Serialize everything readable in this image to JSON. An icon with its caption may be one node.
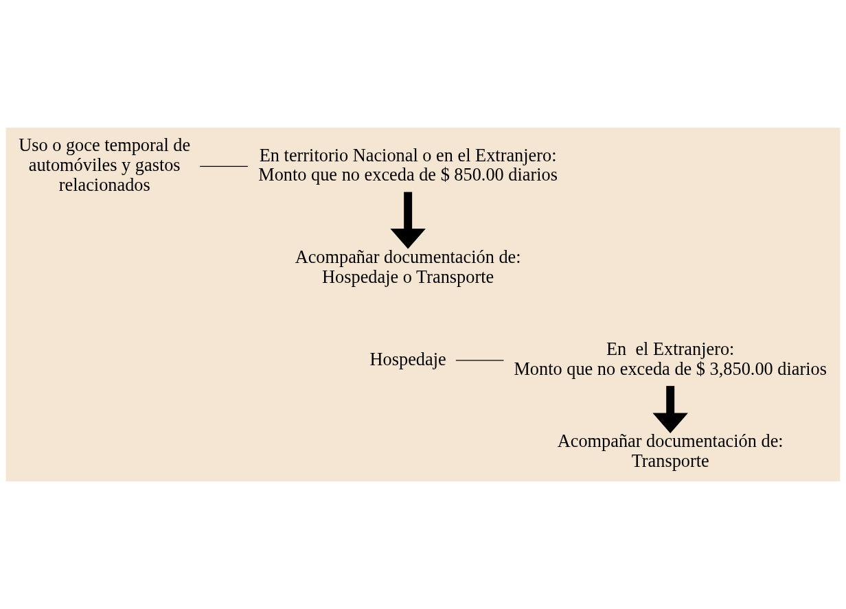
{
  "diagram": {
    "nodes": [
      {
        "text": [
          "Uso o goce temporal de automóviles y gastos relacionados"
        ]
      },
      {
        "text": [
          "En territorio Nacional o en el Extranjero:",
          "Monto que no exceda de $ 850.00 diarios"
        ]
      },
      {
        "text": [
          "Acompañar documentación de:",
          "Hospedaje o Transporte"
        ]
      },
      {
        "text": [
          "Hospedaje"
        ]
      },
      {
        "text": [
          "En  el Extranjero:",
          "Monto que no exceda de $ 3,850.00 diarios"
        ]
      },
      {
        "text": [
          "Acompañar documentación de:",
          "Transporte"
        ]
      }
    ],
    "edges": [
      {
        "from": 0,
        "to": 1,
        "arrow": "none"
      },
      {
        "from": 1,
        "to": 2,
        "arrow": "to",
        "style": "thick"
      },
      {
        "from": 3,
        "to": 4,
        "arrow": "none"
      },
      {
        "from": 4,
        "to": 5,
        "arrow": "to",
        "style": "thick"
      }
    ]
  }
}
